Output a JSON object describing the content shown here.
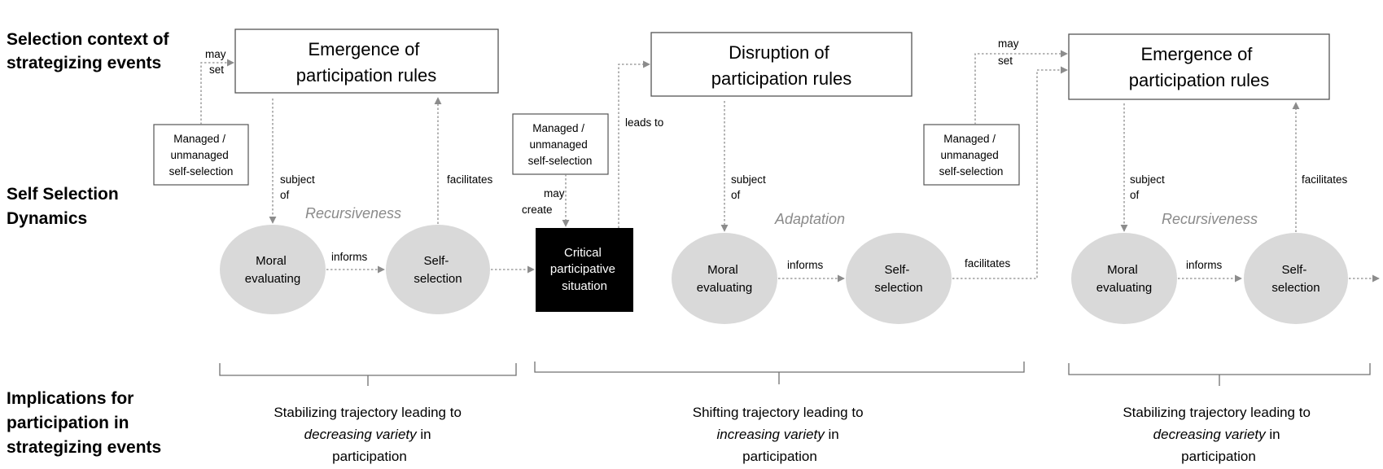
{
  "row_labels": {
    "selection_context": [
      "Selection context of",
      "strategizing events"
    ],
    "self_selection": [
      "Self Selection",
      "Dynamics"
    ],
    "implications": [
      "Implications for",
      "participation in",
      "strategizing events"
    ]
  },
  "top_boxes": {
    "box1": [
      "Emergence of",
      "participation rules"
    ],
    "box2": [
      "Disruption of",
      "participation rules"
    ],
    "box3": [
      "Emergence of",
      "participation rules"
    ]
  },
  "side_boxes": {
    "managed": [
      "Managed /",
      "unmanaged",
      "self-selection"
    ]
  },
  "critical_box": [
    "Critical",
    "participative",
    "situation"
  ],
  "nodes": {
    "moral": [
      "Moral",
      "evaluating"
    ],
    "self_selection": [
      "Self-",
      "selection"
    ]
  },
  "edge_labels": {
    "may_set": [
      "may",
      "set"
    ],
    "subject_of": [
      "subject",
      "of"
    ],
    "facilitates": "facilitates",
    "informs": "informs",
    "leads_to": "leads to",
    "may_create": [
      "may",
      "create"
    ]
  },
  "themes": {
    "recursiveness": "Recursiveness",
    "adaptation": "Adaptation"
  },
  "implications": {
    "stabilizing": {
      "line1": "Stabilizing trajectory leading to",
      "line2_italic": "decreasing variety",
      "line2_rest": " in",
      "line3": "participation"
    },
    "shifting": {
      "line1": "Shifting trajectory leading to",
      "line2_italic": "increasing variety",
      "line2_rest": " in",
      "line3": "participation"
    }
  },
  "colors": {
    "node_fill": "#d9d9d9",
    "critical_fill": "#000000",
    "connector": "#8c8c8c",
    "theme_text": "#8a8a8a"
  }
}
